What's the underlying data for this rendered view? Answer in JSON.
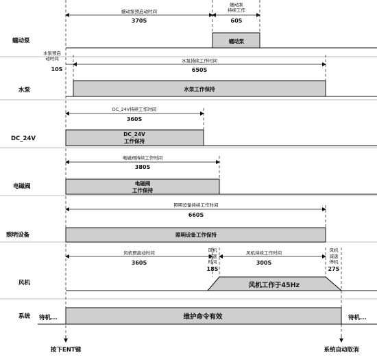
{
  "rows": {
    "peristaltic_pump": "蠕动泵",
    "water_pump": "水泵",
    "dc24v": "DC_24V",
    "solenoid_valve": "电磁阀",
    "lighting": "照明设备",
    "fan": "风机",
    "system": "系统"
  },
  "peristaltic": {
    "delay_label": "蠕动泵预启动时间",
    "delay_value": "370S",
    "run_label_1": "蠕动泵",
    "run_label_2": "持续工作",
    "run_value": "60S",
    "box": "蠕动泵"
  },
  "water": {
    "pre_label_1": "水泵预启",
    "pre_label_2": "动时间",
    "pre_value": "10S",
    "run_label": "水泵持续工作时间",
    "run_value": "650S",
    "box": "水泵工作保持"
  },
  "dc": {
    "run_label": "DC_24V持续工作时间",
    "run_value": "360S",
    "box_1": "DC_24V",
    "box_2": "工作保持"
  },
  "valve": {
    "run_label": "电磁阀持续工作时间",
    "run_value": "380S",
    "box_1": "电磁阀",
    "box_2": "工作保持"
  },
  "light": {
    "run_label": "照明设备持续工作时间",
    "run_value": "660S",
    "box": "照明设备工作保持"
  },
  "fan": {
    "delay_label": "风机预启动时间",
    "delay_value": "360S",
    "ramp_label_1": "风机",
    "ramp_label_2": "加速",
    "ramp_label_3": "时间",
    "ramp_value": "18S",
    "run_label": "风机持续工作时间",
    "run_value": "300S",
    "down_label_1": "风机",
    "down_label_2": "减速",
    "down_label_3": "停机",
    "down_value": "27S",
    "box": "风机工作于45Hz"
  },
  "system": {
    "standby_left": "待机...",
    "standby_right": "待机...",
    "box": "维护命令有效"
  },
  "events": {
    "start": "按下ENT键",
    "end": "系统自动取消"
  }
}
